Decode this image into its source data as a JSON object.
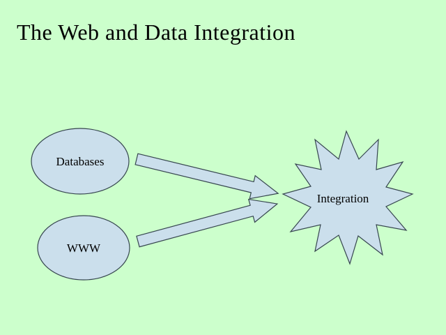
{
  "slide": {
    "title": "The Web and Data Integration",
    "diagram": {
      "source_nodes": [
        {
          "id": "databases",
          "label": "Databases",
          "shape": "ellipse"
        },
        {
          "id": "www",
          "label": "WWW",
          "shape": "ellipse"
        }
      ],
      "target_node": {
        "id": "integration",
        "label": "Integration",
        "shape": "starburst"
      },
      "edges": [
        {
          "from": "databases",
          "to": "integration",
          "style": "block-arrow"
        },
        {
          "from": "www",
          "to": "integration",
          "style": "block-arrow"
        }
      ]
    },
    "colors": {
      "background": "#ccffcc",
      "shape_fill": "#cbdfec",
      "shape_stroke": "#36454f",
      "title_color": "#000000"
    }
  }
}
